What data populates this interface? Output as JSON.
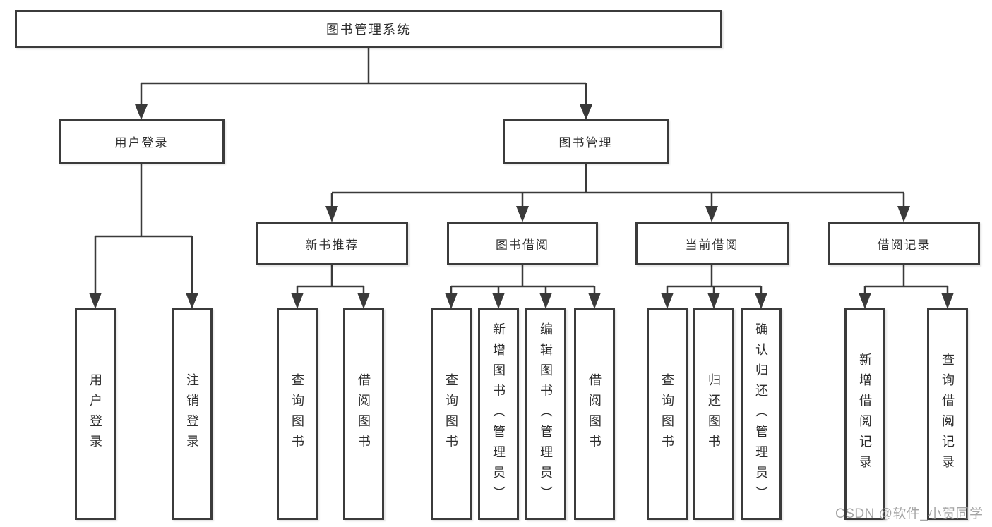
{
  "tree": {
    "label": "图书管理系统",
    "children": [
      {
        "label": "用户登录",
        "children": [
          {
            "label": "用户登录"
          },
          {
            "label": "注销登录"
          }
        ]
      },
      {
        "label": "图书管理",
        "children": [
          {
            "label": "新书推荐",
            "children": [
              {
                "label": "查询图书"
              },
              {
                "label": "借阅图书"
              }
            ]
          },
          {
            "label": "图书借阅",
            "children": [
              {
                "label": "查询图书"
              },
              {
                "label": "新增图书（管理员）"
              },
              {
                "label": "编辑图书（管理员）"
              },
              {
                "label": "借阅图书"
              }
            ]
          },
          {
            "label": "当前借阅",
            "children": [
              {
                "label": "查询图书"
              },
              {
                "label": "归还图书"
              },
              {
                "label": "确认归还（管理员）"
              }
            ]
          },
          {
            "label": "借阅记录",
            "children": [
              {
                "label": "新增借阅记录"
              },
              {
                "label": "查询借阅记录"
              }
            ]
          }
        ]
      }
    ]
  },
  "watermark": {
    "text": "CSDN @软件_小贺同学"
  },
  "colors": {
    "line": "#3a3a3a",
    "border": "#3b3b3b",
    "text": "#2e2e2e",
    "watermark": "#999999",
    "background": "#ffffff"
  }
}
